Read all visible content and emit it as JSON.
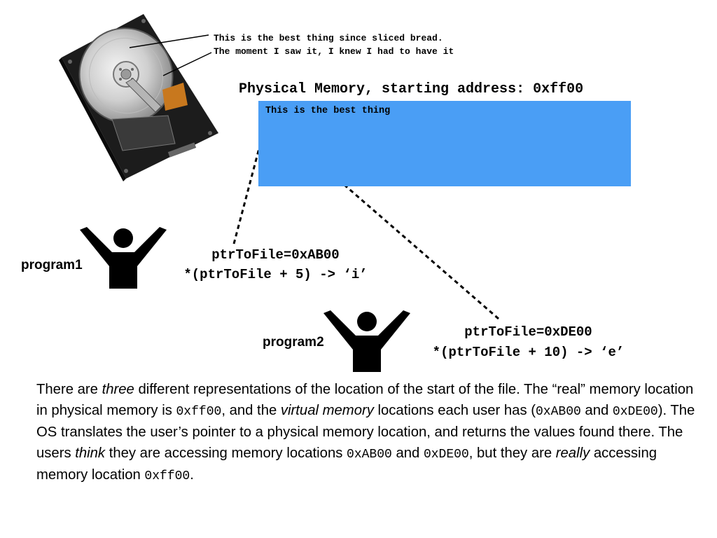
{
  "hdd_caption": {
    "line1": "This is the best thing since sliced bread.",
    "line2": "The moment I saw it, I knew I had to have it"
  },
  "physical_memory": {
    "title": "Physical Memory, starting address: 0xff00",
    "contents": "This is the best thing",
    "color": "#4a9ef5"
  },
  "program1": {
    "label": "program1",
    "pointer": "ptrToFile=0xAB00",
    "deref": "*(ptrToFile + 5) -> ‘i’"
  },
  "program2": {
    "label": "program2",
    "pointer": "ptrToFile=0xDE00",
    "deref": "*(ptrToFile + 10) -> ‘e’"
  },
  "description": {
    "t1": "There are ",
    "t1_em": "three",
    "t2": " different representations of the location of the start of the file. The “real” memory location in physical memory is ",
    "code_phys": "0xff00",
    "t3": ", and the ",
    "t3_em": "virtual memory",
    "t4": " locations each user has (",
    "code_v1": "0xAB00",
    "t5": " and ",
    "code_v2": "0xDE00",
    "t6": "). The OS translates the user’s pointer to a physical memory location, and returns the values found there. The users ",
    "t6_em": "think",
    "t7": " they are accessing memory locations ",
    "code_v1b": "0xAB00",
    "t8": " and ",
    "code_v2b": "0xDE00",
    "t9": ", but they are ",
    "t9_em": "really",
    "t10": " accessing memory location ",
    "code_physb": "0xff00",
    "t11": "."
  },
  "icons": [
    "hard-drive-icon",
    "person-arms-raised-icon"
  ]
}
